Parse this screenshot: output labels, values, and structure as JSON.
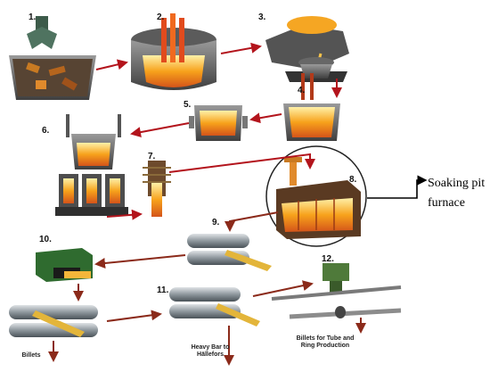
{
  "steps": [
    "1.",
    "2.",
    "3.",
    "4.",
    "5.",
    "6.",
    "7.",
    "8.",
    "9.",
    "10.",
    "11.",
    "12."
  ],
  "side_label": {
    "line1": "Soaking pit",
    "line2": "furnace"
  },
  "captions": {
    "billets": "Billets",
    "heavy_bar_1": "Heavy Bar to",
    "heavy_bar_2": "Hällefors",
    "tube_1": "Billets for Tube and",
    "tube_2": "Ring Production"
  },
  "colors": {
    "arrow": "#b3141c",
    "brown_arrow": "#8b2a1a",
    "metal": "#6f6f6f",
    "molten": "#f5a623"
  }
}
